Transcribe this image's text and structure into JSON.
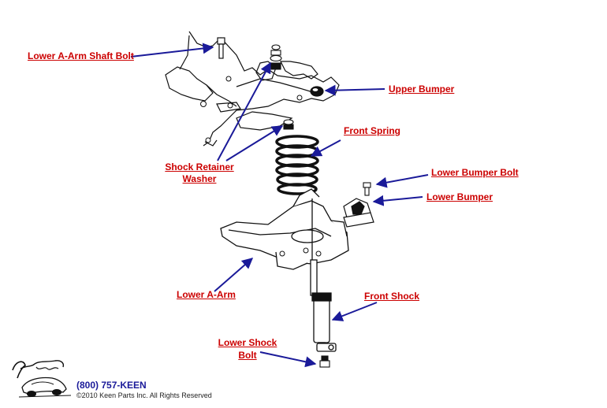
{
  "labels": {
    "lower_a_arm_shaft_bolt": "Lower A-Arm Shaft Bolt",
    "upper_bumper": "Upper Bumper",
    "front_spring": "Front Spring",
    "shock_retainer_washer_line1": "Shock Retainer",
    "shock_retainer_washer_line2": "Washer",
    "lower_bumper_bolt": "Lower Bumper Bolt",
    "lower_bumper": "Lower Bumper",
    "lower_a_arm": "Lower A-Arm",
    "front_shock": "Front Shock",
    "lower_shock_bolt_line1": "Lower Shock",
    "lower_shock_bolt_line2": "Bolt"
  },
  "footer": {
    "phone": "(800) 757-KEEN",
    "copyright": "©2010 Keen Parts Inc. All Rights Reserved"
  },
  "colors": {
    "label": "#cc0000",
    "arrow": "#1a1a99",
    "line_art": "#111111"
  }
}
